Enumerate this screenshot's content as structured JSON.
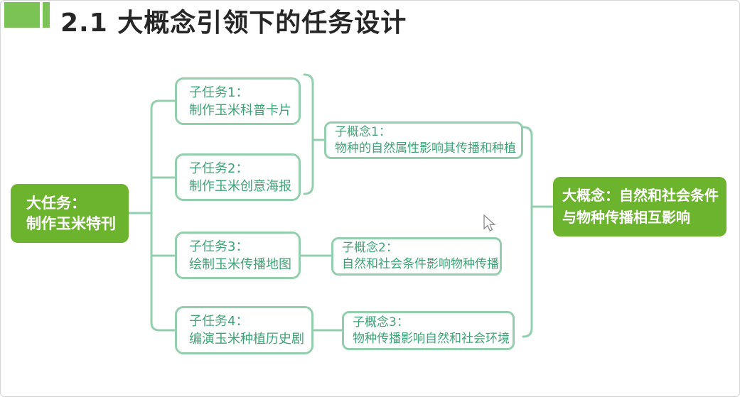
{
  "slide": {
    "title": "2.1 大概念引领下的任务设计"
  },
  "palette": {
    "accent_green": "#6cb32e",
    "title_marker_green": "#7cc356",
    "node_border_green": "#93cfae",
    "node_text_green": "#3fa377",
    "title_text_color": "#262626",
    "node_fill": "#ffffff"
  },
  "diagram": {
    "big_task": {
      "line1": "大任务：",
      "line2": "制作玉米特刊"
    },
    "subtasks": [
      {
        "label": "子任务1：",
        "desc": "制作玉米科普卡片"
      },
      {
        "label": "子任务2：",
        "desc": "制作玉米创意海报"
      },
      {
        "label": "子任务3：",
        "desc": "绘制玉米传播地图"
      },
      {
        "label": "子任务4：",
        "desc": "编演玉米种植历史剧"
      }
    ],
    "sub_concepts": [
      {
        "label": "子概念1：",
        "desc": "物种的自然属性影响其传播和种植"
      },
      {
        "label": "子概念2：",
        "desc": "自然和社会条件影响物种传播"
      },
      {
        "label": "子概念3：",
        "desc": "物种传播影响自然和社会环境"
      }
    ],
    "big_concept": {
      "line1": "大概念：自然和社会条件",
      "line2": "与物种传播相互影响"
    }
  },
  "cursor": {
    "type": "arrow-pointer"
  }
}
